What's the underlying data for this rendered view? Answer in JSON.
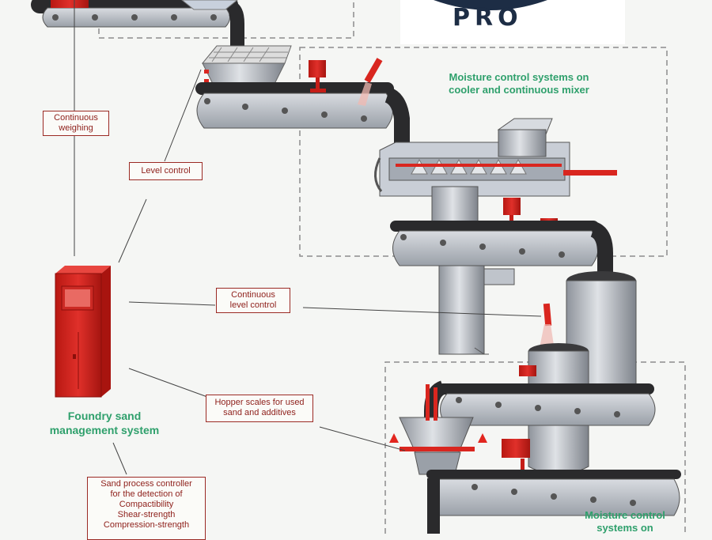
{
  "logo": {
    "text": "PRO"
  },
  "titles": {
    "moisture_top": [
      "Moisture control systems on",
      "cooler and continuous mixer"
    ],
    "foundry": [
      "Foundry sand",
      "management system"
    ],
    "moisture_bottom": [
      "Moisture control",
      "systems on"
    ]
  },
  "labels": {
    "continuous_weighing": [
      "Continuous",
      "weighing"
    ],
    "level_control": [
      "Level control"
    ],
    "continuous_level_control": [
      "Continuous",
      "level control"
    ],
    "hopper_scales": [
      "Hopper scales for used",
      "sand and additives"
    ],
    "sand_process": [
      "Sand process controller",
      "for the detection of",
      "Compactibility",
      "Shear-strength",
      "Compression-strength"
    ]
  },
  "colors": {
    "accent_red": "#d9261f",
    "label_text": "#8e1f1a",
    "title_green": "#2fa06c",
    "belt_dark": "#2a2a2c",
    "metal": "#b9bec6"
  }
}
